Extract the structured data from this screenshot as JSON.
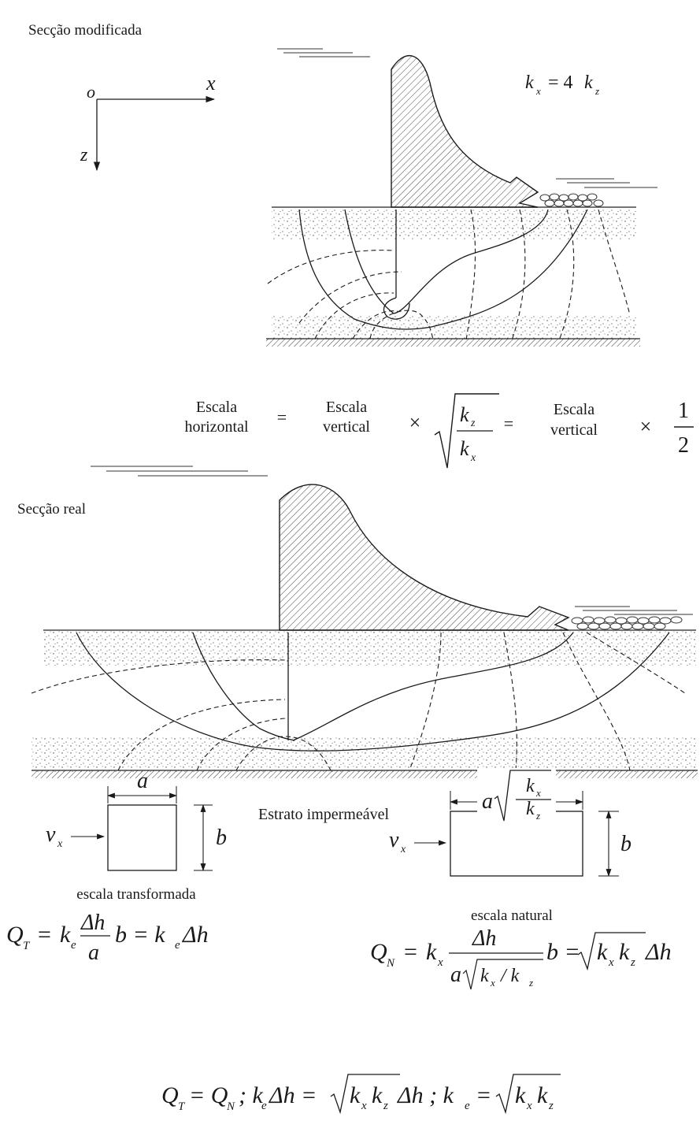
{
  "top_section": {
    "title": "Secção modificada",
    "axis_origin": "o",
    "axis_x": "x",
    "axis_z": "z",
    "ratio_kx": "k",
    "ratio_kx_sub": "x",
    "ratio_eq": "= 4",
    "ratio_kz": "k",
    "ratio_kz_sub": "z"
  },
  "scale_relation": {
    "term1_line1": "Escala",
    "term1_line2": "horizontal",
    "equals": "=",
    "term2_line1": "Escala",
    "term2_line2": "vertical",
    "times": "×",
    "sqrt_num": "k",
    "sqrt_num_sub": "z",
    "sqrt_den": "k",
    "sqrt_den_sub": "x",
    "term3_line1": "Escala",
    "term3_line2": "vertical",
    "frac_num": "1",
    "frac_den": "2"
  },
  "bottom_section": {
    "title": "Secção real",
    "stratum_label": "Estrato impermeável"
  },
  "elements": {
    "left": {
      "width_label": "a",
      "height_label": "b",
      "velocity": "v",
      "velocity_sub": "x",
      "scale_label": "escala transformada"
    },
    "right": {
      "width_a": "a",
      "width_kx": "k",
      "width_kx_sub": "x",
      "width_kz": "k",
      "width_kz_sub": "z",
      "height_label": "b",
      "velocity": "v",
      "velocity_sub": "x",
      "scale_label": "escala natural"
    }
  },
  "formulas": {
    "QT": {
      "Q": "Q",
      "Q_sub": "T",
      "eq": "=",
      "k": "k",
      "k_sub": "e",
      "num": "Δh",
      "den": "a",
      "tail": "b = k",
      "tail_sub": "e",
      "tail_end": "Δh"
    },
    "QN": {
      "Q": "Q",
      "Q_sub": "N",
      "eq": "=",
      "k": "k",
      "k_sub": "x",
      "num": "Δh",
      "den_a": "a",
      "den_k1": "k",
      "den_k1_sub": "x",
      "den_slash": "/ k",
      "den_k2_sub": "z",
      "tail": "b =",
      "r_kx": "k",
      "r_kx_sub": "x",
      "r_kz": "k",
      "r_kz_sub": "z",
      "tail_end": "Δh"
    },
    "final": {
      "p1": "Q",
      "p1_sub": "T",
      "p2": "= Q",
      "p2_sub": "N",
      "p3": "; k",
      "p3_sub": "e",
      "p4": "Δh =",
      "r1": "k",
      "r1_sub": "x",
      "r2": "k",
      "r2_sub": "z",
      "p5": "Δh ; k",
      "p5_sub": "e",
      "p6": "=",
      "r3": "k",
      "r3_sub": "x",
      "r4": "k",
      "r4_sub": "z"
    }
  }
}
